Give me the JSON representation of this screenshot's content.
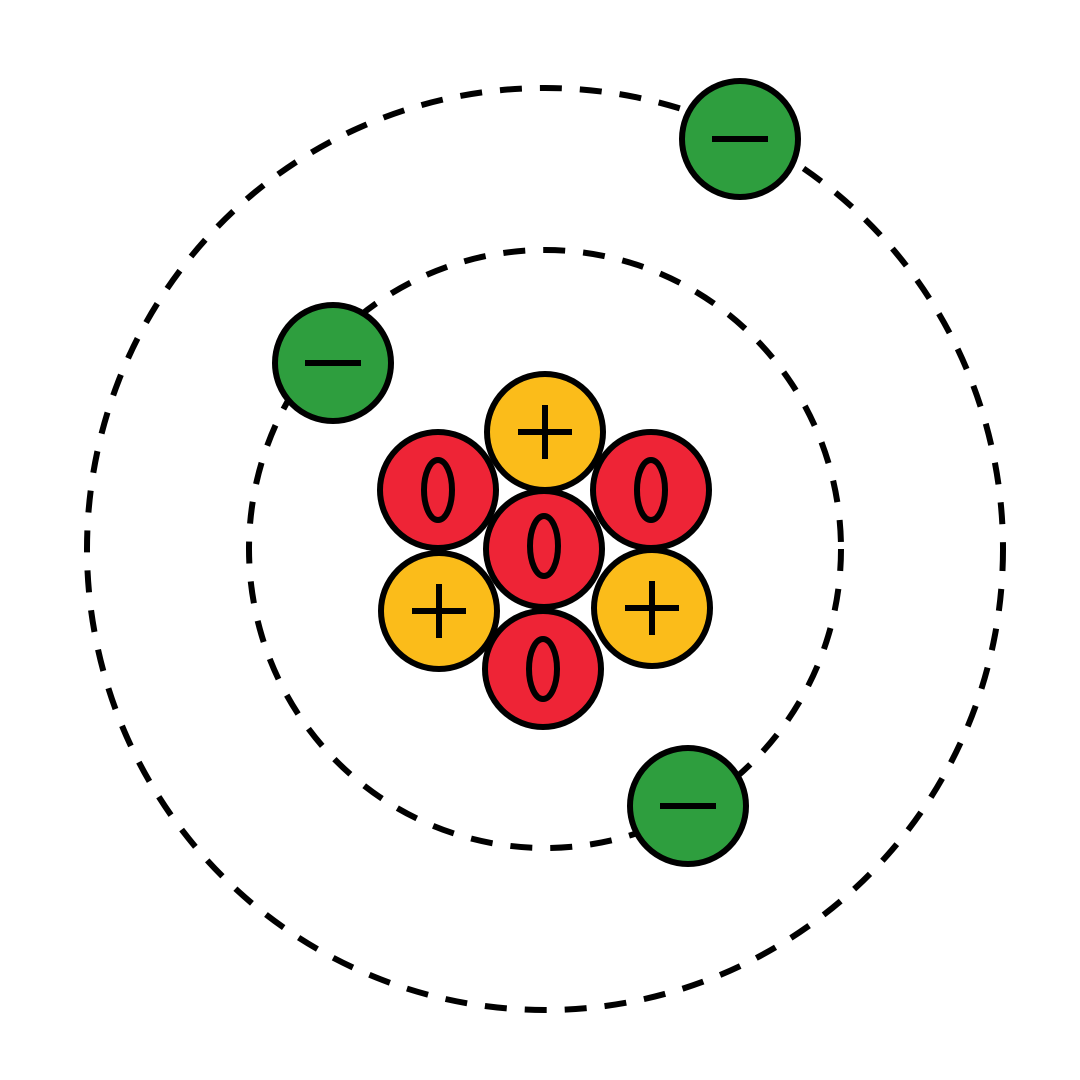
{
  "colors": {
    "background": "#ffffff",
    "outline": "#000000",
    "electron": "#2e9e3e",
    "proton": "#fbbc1a",
    "neutron": "#ee2436"
  },
  "electrons": [
    {
      "symbol": "−"
    },
    {
      "symbol": "−"
    },
    {
      "symbol": "−"
    }
  ],
  "protons": [
    {
      "symbol": "+"
    },
    {
      "symbol": "+"
    },
    {
      "symbol": "+"
    }
  ],
  "neutrons": [
    {
      "symbol": "0"
    },
    {
      "symbol": "0"
    },
    {
      "symbol": "0"
    },
    {
      "symbol": "0"
    }
  ]
}
